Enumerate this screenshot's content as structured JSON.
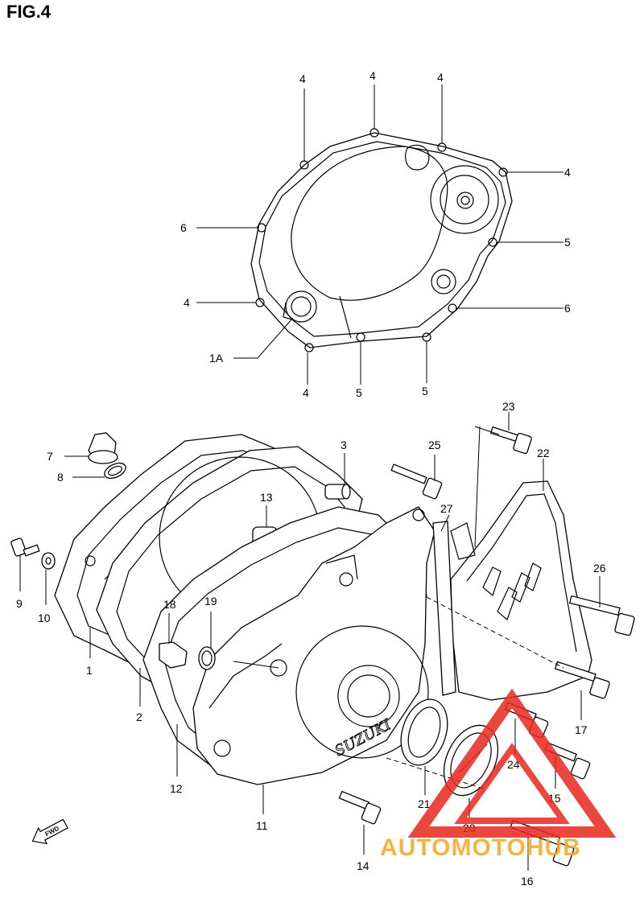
{
  "figure": {
    "title": "FIG.4"
  },
  "callouts": [
    {
      "id": "c4a",
      "label": "4"
    },
    {
      "id": "c4b",
      "label": "4"
    },
    {
      "id": "c4c",
      "label": "4"
    },
    {
      "id": "c4d",
      "label": "4"
    },
    {
      "id": "c5a",
      "label": "5"
    },
    {
      "id": "c6a",
      "label": "6"
    },
    {
      "id": "c4e",
      "label": "4"
    },
    {
      "id": "c6b",
      "label": "6"
    },
    {
      "id": "c1a",
      "label": "1A"
    },
    {
      "id": "c4f",
      "label": "4"
    },
    {
      "id": "c5b",
      "label": "5"
    },
    {
      "id": "c5c",
      "label": "5"
    },
    {
      "id": "c23",
      "label": "23"
    },
    {
      "id": "c25",
      "label": "25"
    },
    {
      "id": "c22",
      "label": "22"
    },
    {
      "id": "c3",
      "label": "3"
    },
    {
      "id": "c7",
      "label": "7"
    },
    {
      "id": "c8",
      "label": "8"
    },
    {
      "id": "c13",
      "label": "13"
    },
    {
      "id": "c27",
      "label": "27"
    },
    {
      "id": "c26",
      "label": "26"
    },
    {
      "id": "c9",
      "label": "9"
    },
    {
      "id": "c10",
      "label": "10"
    },
    {
      "id": "c18",
      "label": "18"
    },
    {
      "id": "c19",
      "label": "19"
    },
    {
      "id": "c1",
      "label": "1"
    },
    {
      "id": "c2",
      "label": "2"
    },
    {
      "id": "c17",
      "label": "17"
    },
    {
      "id": "c24",
      "label": "24"
    },
    {
      "id": "c15",
      "label": "15"
    },
    {
      "id": "c12",
      "label": "12"
    },
    {
      "id": "c21",
      "label": "21"
    },
    {
      "id": "c11",
      "label": "11"
    },
    {
      "id": "c20",
      "label": "20"
    },
    {
      "id": "c14",
      "label": "14"
    },
    {
      "id": "c16",
      "label": "16"
    }
  ],
  "cover_logo": "SUZUKI",
  "fwd_label": "FWD",
  "watermark": {
    "text": "AUTOMOTOHUB",
    "text_color": "#f5a623",
    "logo_color": "#e8281e"
  }
}
